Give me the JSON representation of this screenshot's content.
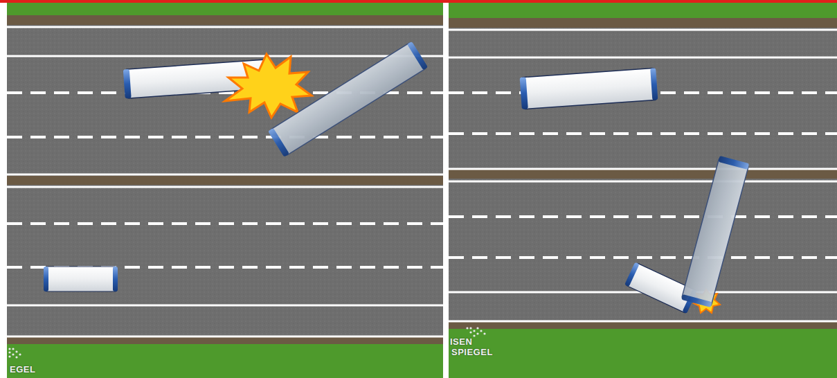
{
  "diagram": {
    "labels": [
      "EGEL",
      "ISEN",
      "SPIEGEL"
    ]
  }
}
